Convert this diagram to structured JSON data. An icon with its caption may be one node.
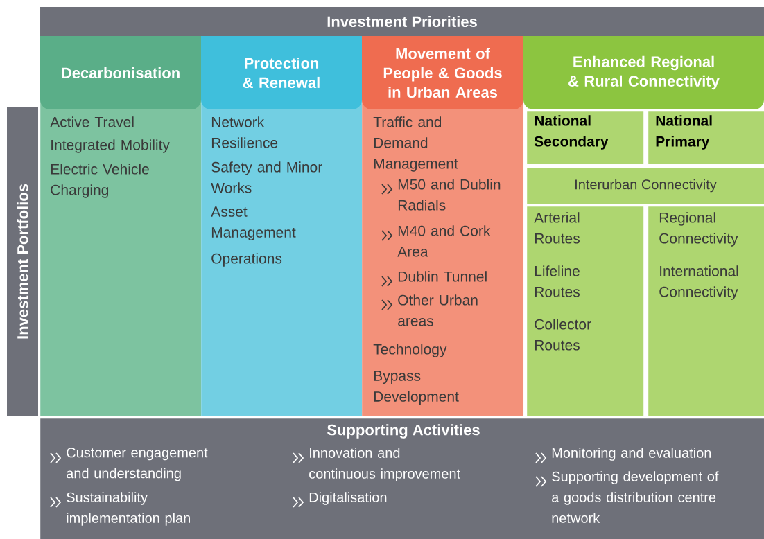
{
  "diagram": {
    "nodes": [
      {
        "text": [
          "Investment Priorities"
        ]
      },
      {
        "text": [
          "Investment Portfolios"
        ]
      },
      {
        "text": [
          "Decarbonisation",
          "Active Travel",
          "Integrated Mobility",
          "Electric Vehicle Charging"
        ]
      },
      {
        "text": [
          "Protection & Renewal",
          "Network Resilience",
          "Safety and Minor Works",
          "Asset Management",
          "Operations"
        ]
      },
      {
        "text": [
          "Movement of People & Goods in Urban Areas",
          "Traffic and Demand Management",
          "M50 and Dublin Radials",
          "M40 and Cork Area",
          "Dublin Tunnel",
          "Other Urban areas",
          "Technology",
          "Bypass Development"
        ]
      },
      {
        "text": [
          "Enhanced Regional & Rural Connectivity"
        ]
      },
      {
        "text": [
          "National Secondary"
        ],
        "in": 5
      },
      {
        "text": [
          "National Primary"
        ],
        "in": 5
      },
      {
        "text": [
          "Interurban Connectivity"
        ],
        "in": 5
      },
      {
        "text": [
          "Arterial Routes",
          "Lifeline Routes",
          "Collector Routes"
        ],
        "in": 5
      },
      {
        "text": [
          "Regional Connectivity",
          "International Connectivity"
        ],
        "in": 5
      },
      {
        "text": [
          "Supporting Activities",
          "Customer engagement and understanding",
          "Sustainability implementation plan",
          "Innovation and continuous improvement",
          "Digitalisation",
          "Monitoring and evaluation",
          "Supporting development of a goods distribution centre network"
        ]
      }
    ]
  }
}
